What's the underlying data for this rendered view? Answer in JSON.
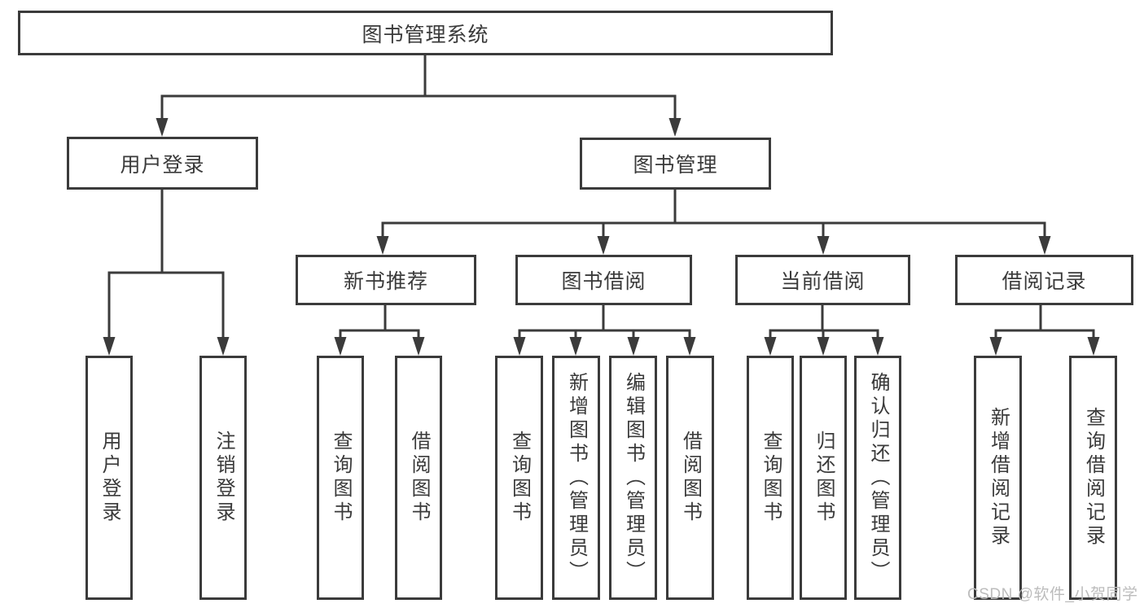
{
  "nodes": {
    "root": {
      "label": "图书管理系统"
    },
    "level2": {
      "login": {
        "label": "用户登录"
      },
      "management": {
        "label": "图书管理"
      }
    },
    "level3": {
      "recommend": {
        "label": "新书推荐"
      },
      "borrow": {
        "label": "图书借阅"
      },
      "current": {
        "label": "当前借阅"
      },
      "records": {
        "label": "借阅记录"
      }
    },
    "leaves": {
      "login": [
        "用户登录",
        "注销登录"
      ],
      "recommend": [
        "查询图书",
        "借阅图书"
      ],
      "borrow": [
        "查询图书",
        "新增图书（管理员）",
        "编辑图书（管理员）",
        "借阅图书"
      ],
      "current": [
        "查询图书",
        "归还图书",
        "确认归还（管理员）"
      ],
      "records": [
        "新增借阅记录",
        "查询借阅记录"
      ]
    }
  },
  "watermark": {
    "text": "CSDN @软件_小贺同学"
  },
  "colors": {
    "line": "#3b3b3b",
    "text": "#3a3a3a",
    "watermark": "#bcbcbc",
    "background": "#ffffff"
  }
}
